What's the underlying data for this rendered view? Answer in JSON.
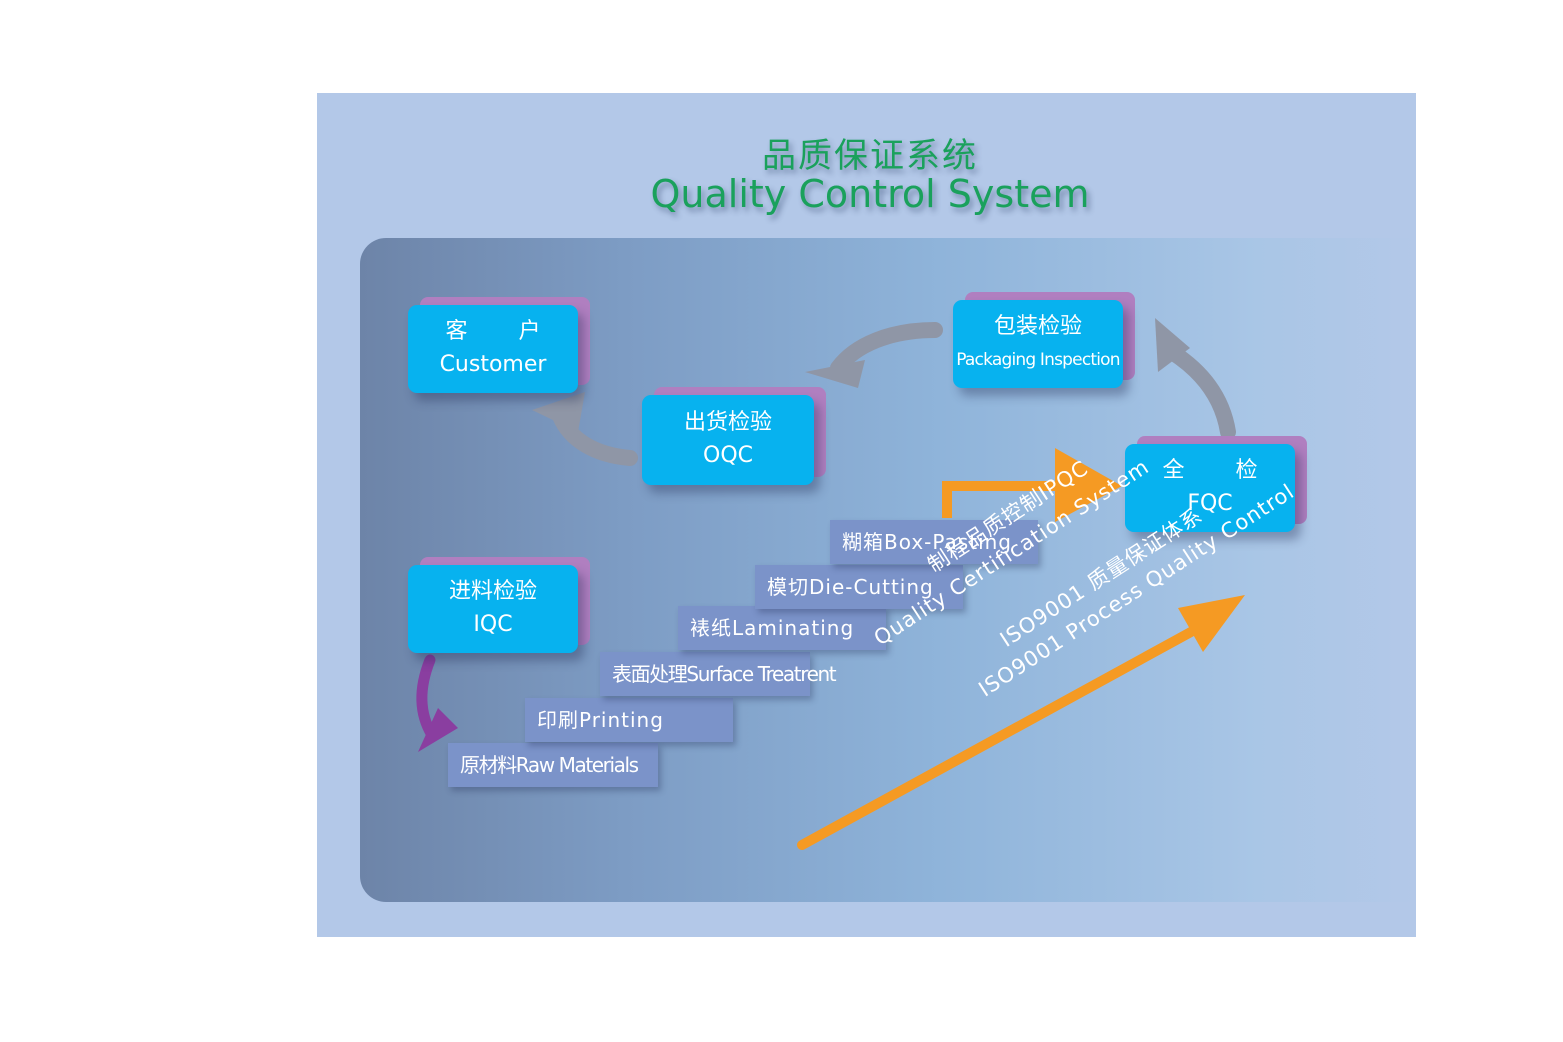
{
  "title": {
    "cn": "品质保证系统",
    "en": "Quality Control System"
  },
  "boxes": {
    "customer": {
      "cn": "客 户",
      "en": "Customer"
    },
    "oqc": {
      "cn": "出货检验",
      "en": "OQC"
    },
    "packaging": {
      "cn": "包装检验",
      "en": "Packaging Inspection"
    },
    "fqc": {
      "cn": "全 检",
      "en": "FQC"
    },
    "iqc": {
      "cn": "进料检验",
      "en": "IQC"
    }
  },
  "steps": [
    "原材料Raw Materials",
    "印刷Printing",
    "表面处理Surface Treatrent",
    "裱纸Laminating",
    "模切Die-Cutting",
    "糊箱Box-Pasting"
  ],
  "diagonal_text": [
    "制程品质控制IPQC",
    "Quality Certification System",
    "ISO9001 质量保证体系",
    "ISO9001 Process Quality Control"
  ],
  "colors": {
    "title_green": "#1aa15c",
    "box_blue": "#07b2ef",
    "box_shadow_purple": "#b07fc0",
    "step_blue": "#7b93c9",
    "arrow_orange": "#f59a23",
    "arrow_gray": "#8f96a6",
    "arrow_purple": "#8a3ea0"
  }
}
